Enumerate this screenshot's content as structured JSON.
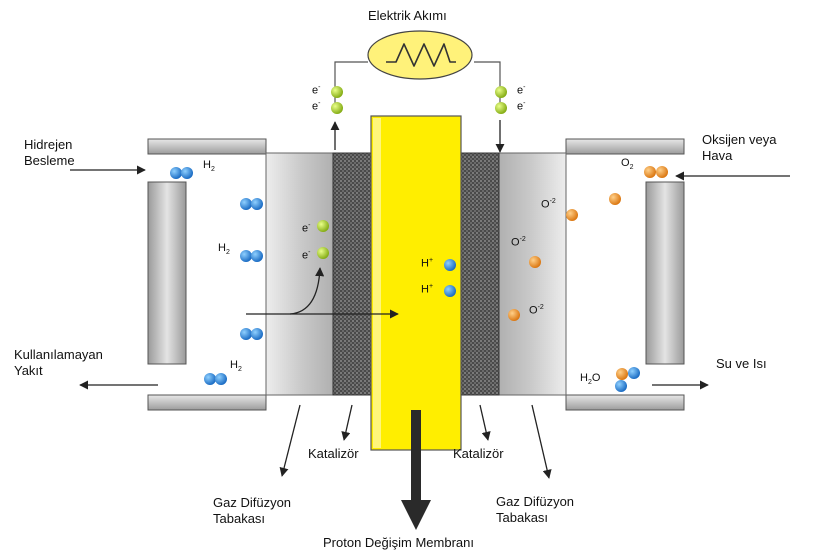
{
  "labels": {
    "top": "Elektrik Akımı",
    "left_in_1": "Hidrejen",
    "left_in_2": "Besleme",
    "left_out_1": "Kullanılamayan",
    "left_out_2": "Yakıt",
    "right_in_1": "Oksijen veya",
    "right_in_2": "Hava",
    "right_out": "Su ve Isı",
    "catalyst_left": "Katalizör",
    "catalyst_right": "Katalizör",
    "gdl_left_1": "Gaz Difüzyon",
    "gdl_left_2": "Tabakası",
    "gdl_right_1": "Gaz Difüzyon",
    "gdl_right_2": "Tabakası",
    "membrane": "Proton Değişim Membranı"
  },
  "chem": {
    "h2_base": "H",
    "h2_sub": "2",
    "o2_base": "O",
    "o2_sub": "2",
    "hplus_base": "H",
    "hplus_sup": "+",
    "eminus_base": "e",
    "eminus_sup": "-",
    "oxide_base": "O",
    "oxide_sup": "-2",
    "water_h": "H",
    "water_sub": "2",
    "water_o": "O"
  },
  "colors": {
    "membrane": "#ffee00",
    "hydrogen": "#1e7fd6",
    "oxygen": "#f08c12",
    "electron": "#a6d21a",
    "resistor_box": "#fff27a"
  }
}
